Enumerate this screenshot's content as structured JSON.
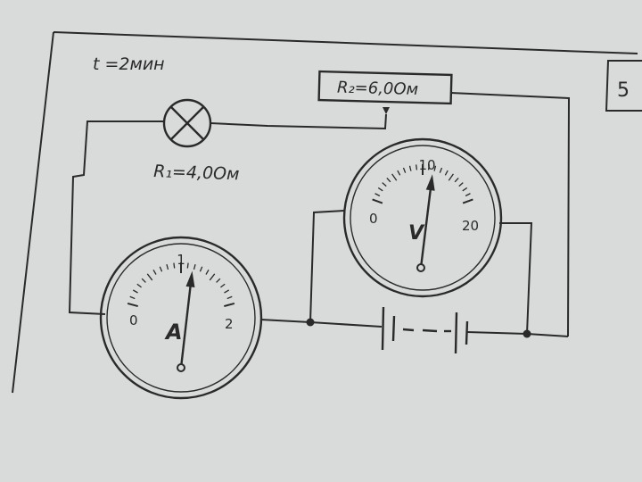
{
  "time_label": "t =2мин",
  "r1_label": "R₁=4,0Ом",
  "r2_label": "R₂=6,0Ом",
  "edge_label": "5",
  "ammeter": {
    "symbol": "A",
    "scale": {
      "min": 0,
      "max": 2,
      "tick_labels": [
        "0",
        "1",
        "2"
      ]
    },
    "reading": 1.2
  },
  "voltmeter": {
    "symbol": "V",
    "scale": {
      "min": 0,
      "max": 20,
      "tick_labels": [
        "0",
        "10",
        "20"
      ]
    },
    "reading": 12
  },
  "colors": {
    "paper": "#d9dbdb",
    "ink": "#2a2a2a"
  }
}
